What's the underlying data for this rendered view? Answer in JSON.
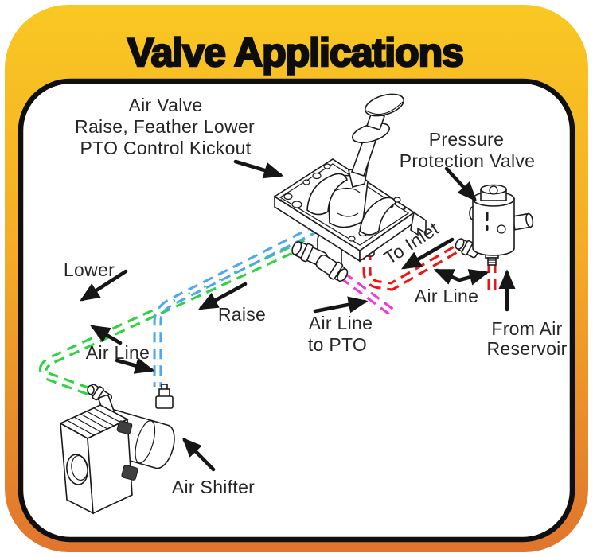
{
  "title": "Valve Applications",
  "colors": {
    "banner_top": "#F9C822",
    "banner_mid": "#F4AC27",
    "banner_bottom": "#E0752D",
    "panel_border": "#0f0f0f",
    "panel_bg": "#ffffff",
    "line_lower_green": "#2FD33F",
    "line_raise_blue": "#4FA8EE",
    "line_supply_red": "#EE1414",
    "line_pto_magenta": "#EE3BD6",
    "label_text": "#262626"
  },
  "labels": {
    "air_valve_1": "Air Valve",
    "air_valve_2": "Raise, Feather Lower",
    "air_valve_3": "PTO Control Kickout",
    "ppv_1": "Pressure",
    "ppv_2": "Protection Valve",
    "to_inlet": "To Inlet",
    "air_line_right": "Air Line",
    "from_reservoir_1": "From Air",
    "from_reservoir_2": "Reservoir",
    "lower": "Lower",
    "raise": "Raise",
    "air_line_left": "Air Line",
    "pto_line_1": "Air Line",
    "pto_line_2": "to PTO",
    "air_shifter": "Air Shifter"
  }
}
